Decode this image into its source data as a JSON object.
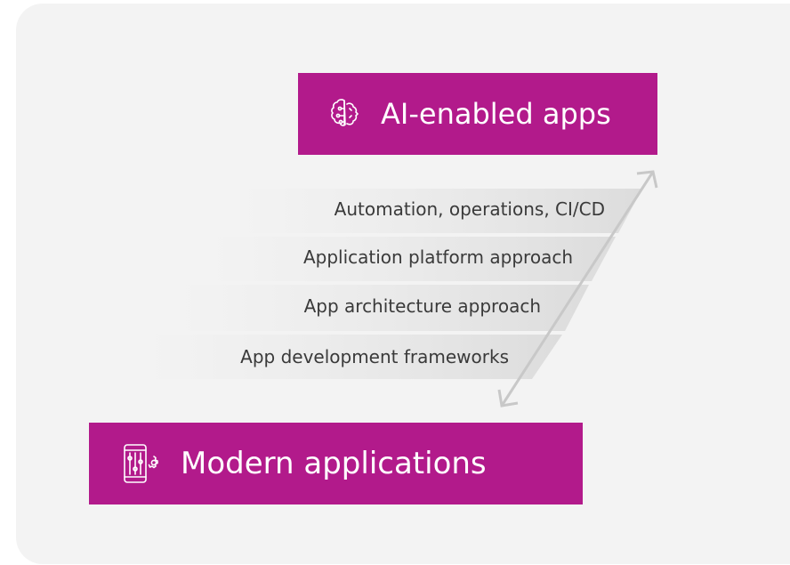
{
  "colors": {
    "accent": "#b21a8b",
    "panel": "#f3f3f3",
    "arrow": "#c8c8c8",
    "text": "#3a3a3a"
  },
  "top_box": {
    "label": "AI-enabled apps",
    "icon": "brain-circuit-icon"
  },
  "bottom_box": {
    "label": "Modern applications",
    "icon": "mobile-sliders-gear-icon"
  },
  "steps": [
    "Automation, operations, CI/CD",
    "Application platform approach",
    "App architecture approach",
    "App development frameworks"
  ]
}
